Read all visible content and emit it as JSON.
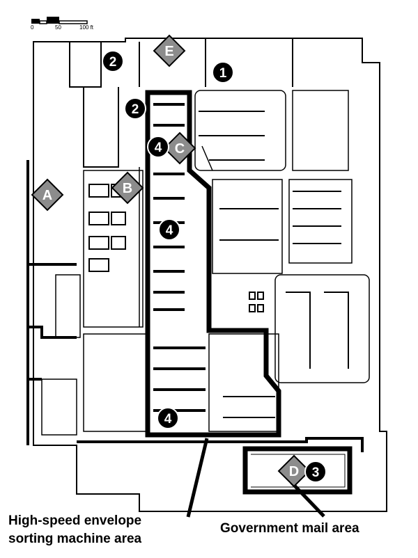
{
  "scale_bar": {
    "ticks": [
      "0",
      "50",
      "100 ft"
    ]
  },
  "markers": {
    "diamonds": [
      "A",
      "B",
      "C",
      "D",
      "E"
    ],
    "circles": [
      "1",
      "2",
      "2",
      "3",
      "4",
      "4",
      "4"
    ]
  },
  "captions": {
    "envelope_line1": "High-speed envelope",
    "envelope_line2": "sorting machine area",
    "government": "Government mail area"
  },
  "colors": {
    "diamond_fill": "#8c8c8c",
    "circle_fill": "#000000",
    "marker_text": "#ffffff",
    "line": "#000000"
  }
}
